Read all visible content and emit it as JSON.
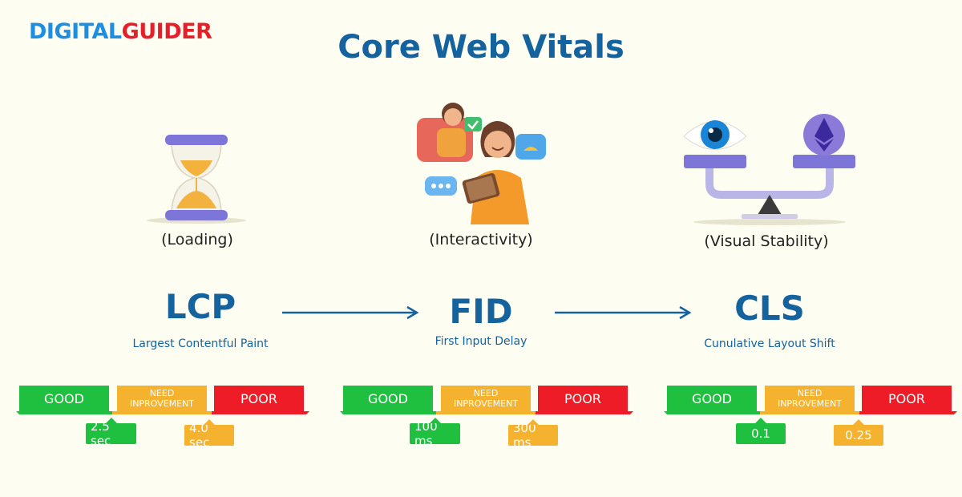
{
  "logo": {
    "part1": "DIGITAL",
    "part2": "GUIDER"
  },
  "title": "Core Web Vitals",
  "columns": [
    {
      "category": "(Loading)",
      "metric": "LCP",
      "metric_full": "Largest Contentful Paint",
      "good": "GOOD",
      "need": "NEED INPROVEMENT",
      "poor": "POOR",
      "good_threshold": "2.5 sec",
      "poor_threshold": "4.0 sec",
      "illustration": "hourglass-icon"
    },
    {
      "category": "(Interactivity)",
      "metric": "FID",
      "metric_full": "First Input Delay",
      "good": "GOOD",
      "need": "NEED INPROVEMENT",
      "poor": "POOR",
      "good_threshold": "100 ms",
      "poor_threshold": "300 ms",
      "illustration": "person-with-tablet-icon"
    },
    {
      "category": "(Visual Stability)",
      "metric": "CLS",
      "metric_full": "Cunulative Layout Shift",
      "good": "GOOD",
      "need": "NEED INPROVEMENT",
      "poor": "POOR",
      "good_threshold": "0.1",
      "poor_threshold": "0.25",
      "illustration": "balance-scale-icon"
    }
  ],
  "colors": {
    "title": "#14629e",
    "good": "#1fbf3f",
    "need_improvement": "#f4b22e",
    "poor": "#ee1c27",
    "background": "#fefdf1"
  }
}
